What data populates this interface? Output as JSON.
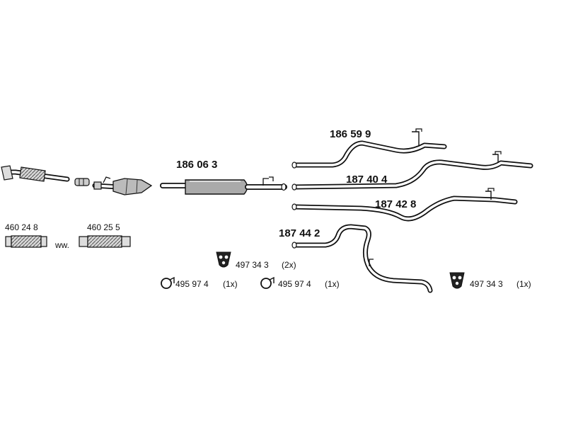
{
  "parts": {
    "p186063": "186 06 3",
    "p186599": "186 59 9",
    "p187404": "187 40 4",
    "p187428": "187 42 8",
    "p187442": "187 44 2",
    "p460248": "460 24 8",
    "p460255": "460 25 5",
    "ww": "ww."
  },
  "accessories": {
    "hanger_a": {
      "number": "497 34 3",
      "qty": "(2x)"
    },
    "clamp_a": {
      "number": "495 97 4",
      "qty": "(1x)"
    },
    "clamp_b": {
      "number": "495 97 4",
      "qty": "(1x)"
    },
    "hanger_b": {
      "number": "497 34 3",
      "qty": "(1x)"
    }
  },
  "colors": {
    "ink": "#111111",
    "paper": "#ffffff",
    "metal": "#b8b8b8"
  }
}
